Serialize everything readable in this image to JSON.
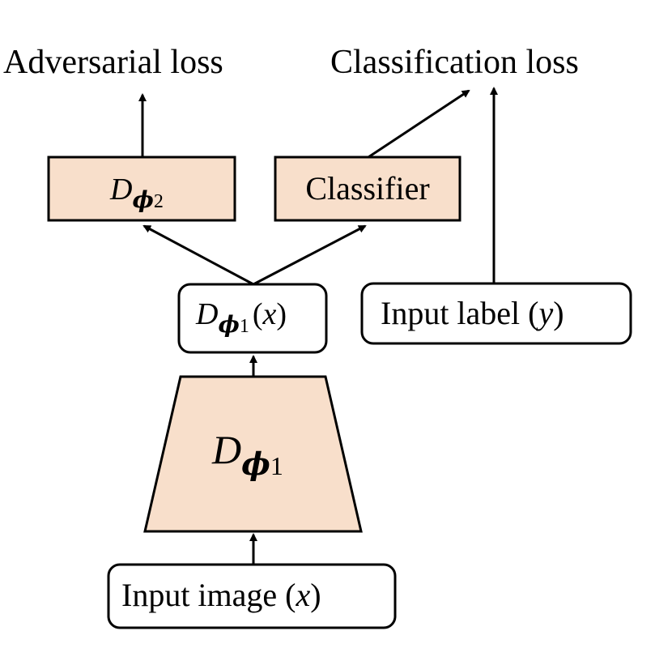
{
  "colors": {
    "block_fill": "#f8dfcb",
    "stroke": "#000000",
    "background": "#ffffff"
  },
  "outputs": {
    "adversarial_loss": "Adversarial loss",
    "classification_loss": "Classification loss"
  },
  "blocks": {
    "d_phi2": {
      "main": "D",
      "phi": "ϕ",
      "subscript": "2"
    },
    "classifier": {
      "label": "Classifier"
    },
    "d_phi1_output": {
      "main": "D",
      "phi": "ϕ",
      "subscript": "1",
      "open_paren": "(",
      "var": "x",
      "close_paren": ")"
    },
    "d_phi1_network": {
      "main": "D",
      "phi": "ϕ",
      "subscript": "1"
    }
  },
  "inputs": {
    "input_label": {
      "text": "Input label",
      "open_paren": "(",
      "var": "y",
      "close_paren": ")"
    },
    "input_image": {
      "text": "Input image",
      "open_paren": "(",
      "var": "x",
      "close_paren": ")"
    }
  }
}
